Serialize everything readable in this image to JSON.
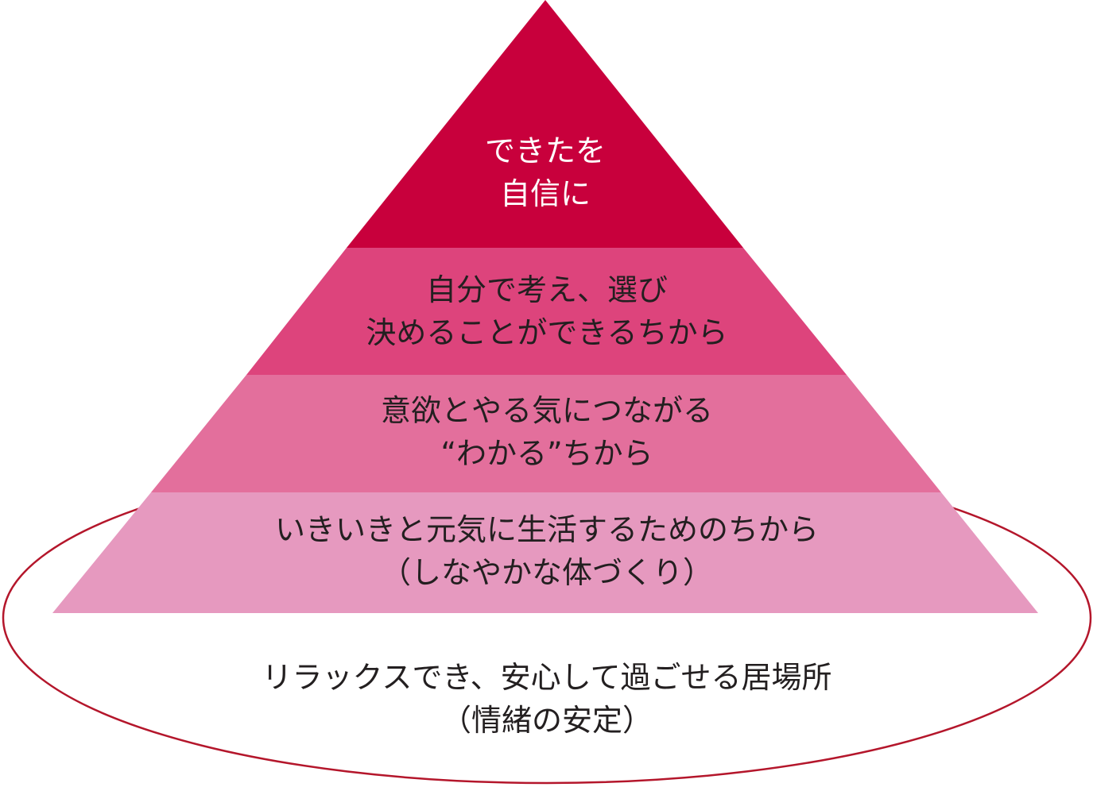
{
  "colors": {
    "tier1": "#c8003c",
    "tier2": "#dd447c",
    "tier3": "#e36f9c",
    "tier4": "#e699bf",
    "base_outline": "#b4162b",
    "text_light": "#ffffff",
    "text_dark": "#231f20"
  },
  "pyramid": {
    "tiers": [
      {
        "line1": "できたを",
        "line2": "自信に"
      },
      {
        "line1": "自分で考え、選び",
        "line2": "決めることができるちから"
      },
      {
        "line1": "意欲とやる気につながる",
        "line2": "“わかる”ちから"
      },
      {
        "line1": "いきいきと元気に生活するためのちから",
        "line2": "（しなやかな体づくり）"
      }
    ]
  },
  "base": {
    "line1": "リラックスでき、安心して過ごせる居場所",
    "line2": "（情緒の安定）"
  }
}
